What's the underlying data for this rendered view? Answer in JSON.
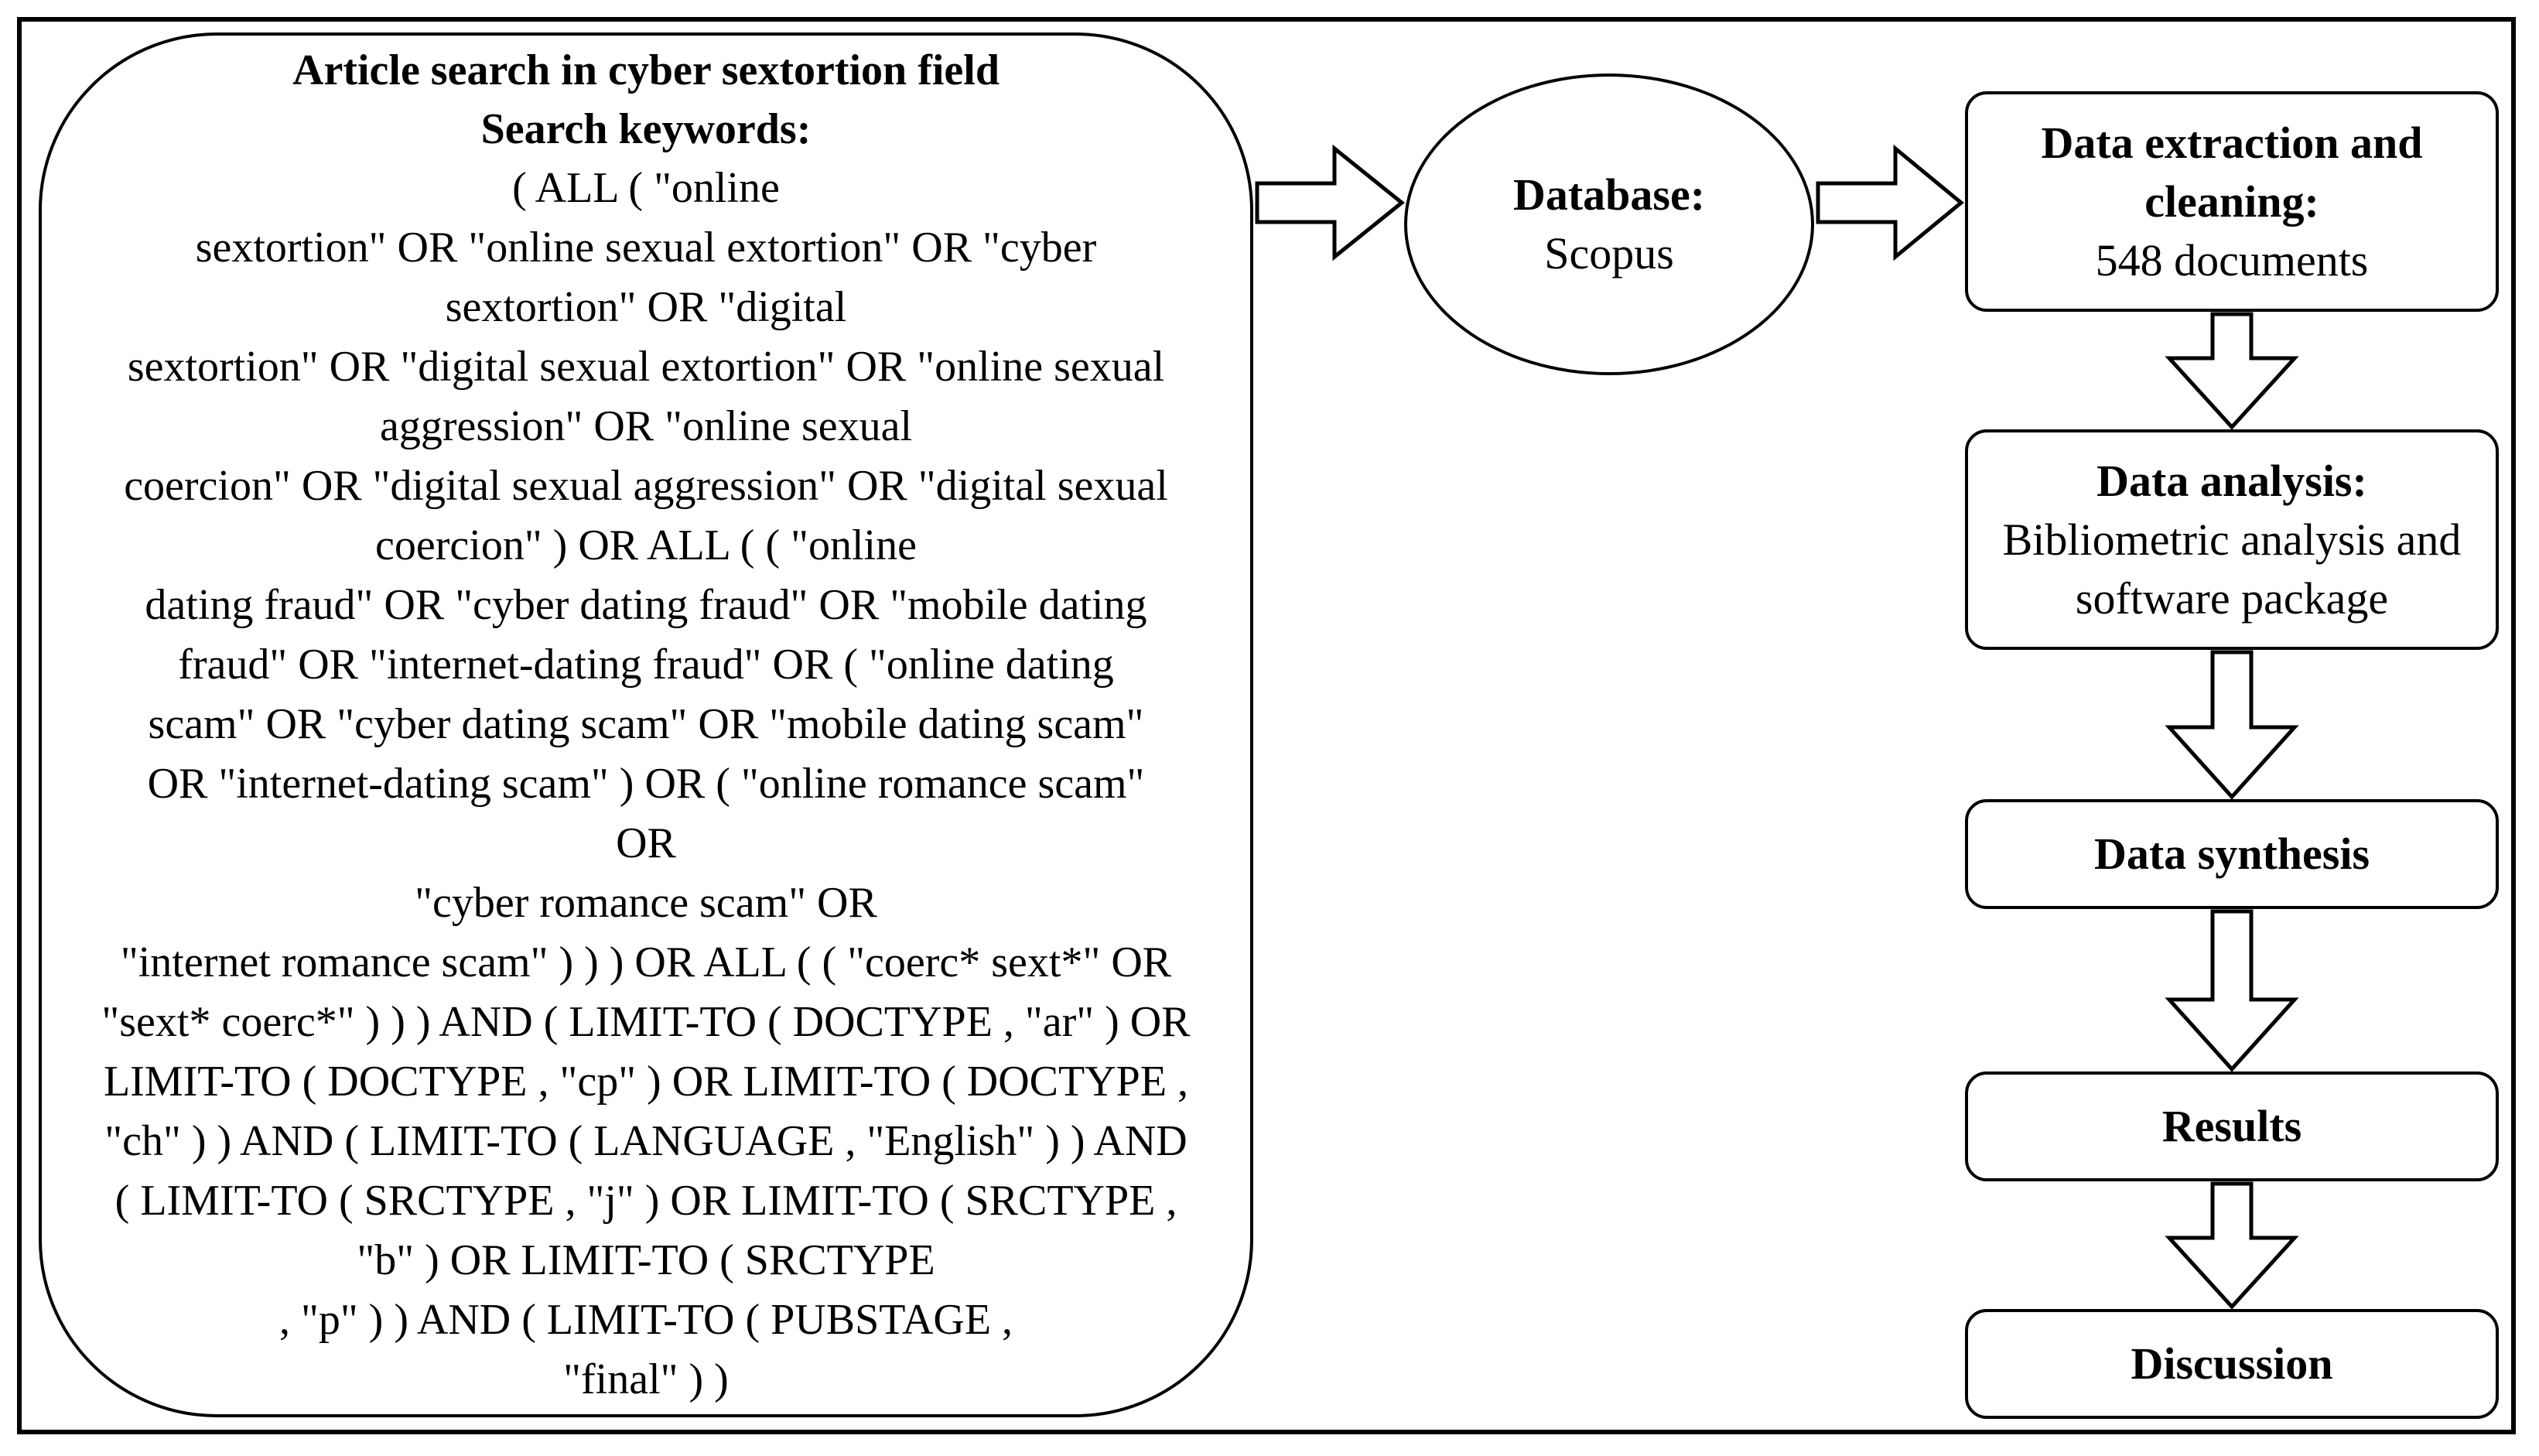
{
  "search": {
    "title": "Article search in cyber sextortion field",
    "keywords_label": "Search keywords:",
    "query_lines": [
      "( ALL ( \"online",
      "sextortion\" OR \"online sexual extortion\" OR \"cyber",
      "sextortion\" OR  \"digital",
      "sextortion\" OR \"digital sexual extortion\" OR \"online sexual",
      "aggression\" OR  \"online sexual",
      "coercion\" OR \"digital sexual aggression\" OR \"digital sexual",
      "coercion\" ) OR  ALL ( ( \"online",
      "dating fraud\" OR \"cyber dating fraud\" OR \"mobile dating",
      "fraud\" OR \"internet-dating fraud\" OR ( \"online dating",
      "scam\" OR \"cyber dating scam\" OR \"mobile dating scam\"",
      "OR \"internet-dating scam\" ) OR ( \"online romance scam\"",
      "OR",
      "\"cyber romance scam\"  OR",
      "\"internet romance scam\" ) ) ) OR ALL ( ( \"coerc* sext*\" OR",
      "\"sext* coerc*\" ) ) ) AND ( LIMIT-TO ( DOCTYPE , \"ar\" ) OR",
      "LIMIT-TO ( DOCTYPE , \"cp\" ) OR LIMIT-TO ( DOCTYPE ,",
      "\"ch\" ) ) AND ( LIMIT-TO ( LANGUAGE , \"English\" ) ) AND",
      "( LIMIT-TO ( SRCTYPE , \"j\" ) OR LIMIT-TO ( SRCTYPE ,",
      "\"b\" ) OR LIMIT-TO ( SRCTYPE",
      ", \"p\" ) ) AND ( LIMIT-TO ( PUBSTAGE ,",
      "\"final\" ) )"
    ]
  },
  "database": {
    "label": "Database:",
    "value": "Scopus"
  },
  "steps": {
    "extraction": {
      "title_line1": "Data extraction and",
      "title_line2": "cleaning:",
      "detail": "548 documents"
    },
    "analysis": {
      "title": "Data analysis:",
      "detail_line1": "Bibliometric analysis and",
      "detail_line2": "software package"
    },
    "synthesis": {
      "title": "Data synthesis"
    },
    "results": {
      "title": "Results"
    },
    "discussion": {
      "title": "Discussion"
    }
  }
}
